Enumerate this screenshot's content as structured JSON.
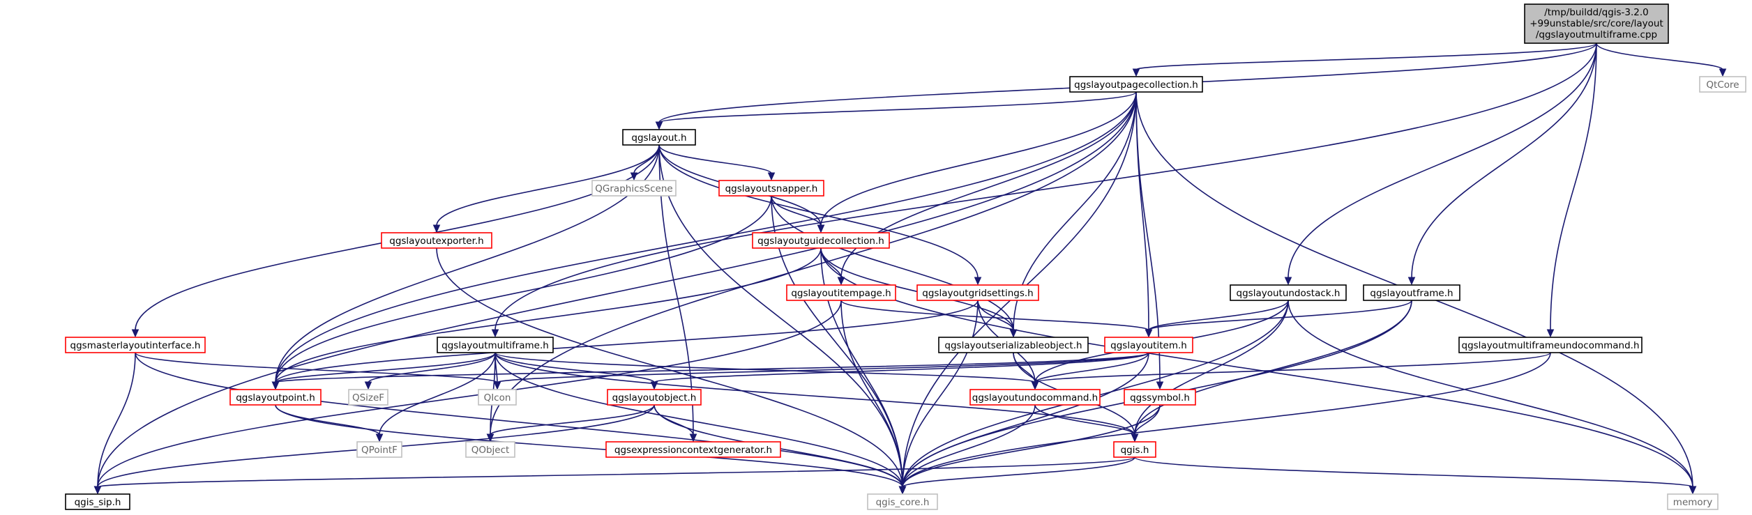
{
  "colors": {
    "edge": "#191970",
    "root_fill": "#bfbfbf",
    "documented_border": "#000000",
    "undocumented_border": "#bfbfbf",
    "incomplete_border": "#ff0000",
    "undocumented_text": "#666666"
  },
  "graph": {
    "root": {
      "lines": [
        "/tmp/buildd/qgis-3.2.0",
        "+99unstable/src/core/layout",
        "/qgslayoutmultiframe.cpp"
      ]
    },
    "nodes": [
      {
        "id": "pagecollection",
        "label": "qgslayoutpagecollection.h",
        "style": "documented"
      },
      {
        "id": "qtcore",
        "label": "QtCore",
        "style": "undocumented"
      },
      {
        "id": "layout",
        "label": "qgslayout.h",
        "style": "documented"
      },
      {
        "id": "qgraphicsscene",
        "label": "QGraphicsScene",
        "style": "undocumented"
      },
      {
        "id": "snapper",
        "label": "qgslayoutsnapper.h",
        "style": "incomplete"
      },
      {
        "id": "exporter",
        "label": "qgslayoutexporter.h",
        "style": "incomplete"
      },
      {
        "id": "guidecollection",
        "label": "qgslayoutguidecollection.h",
        "style": "incomplete"
      },
      {
        "id": "itempage",
        "label": "qgslayoutitempage.h",
        "style": "incomplete"
      },
      {
        "id": "gridsettings",
        "label": "qgslayoutgridsettings.h",
        "style": "incomplete"
      },
      {
        "id": "undostack",
        "label": "qgslayoutundostack.h",
        "style": "documented"
      },
      {
        "id": "frame",
        "label": "qgslayoutframe.h",
        "style": "documented"
      },
      {
        "id": "masterinterface",
        "label": "qgsmasterlayoutinterface.h",
        "style": "incomplete"
      },
      {
        "id": "multiframe",
        "label": "qgslayoutmultiframe.h",
        "style": "documented"
      },
      {
        "id": "serializable",
        "label": "qgslayoutserializableobject.h",
        "style": "documented"
      },
      {
        "id": "item",
        "label": "qgslayoutitem.h",
        "style": "incomplete"
      },
      {
        "id": "multiframeundo",
        "label": "qgslayoutmultiframeundocommand.h",
        "style": "documented"
      },
      {
        "id": "point",
        "label": "qgslayoutpoint.h",
        "style": "incomplete"
      },
      {
        "id": "qsizef",
        "label": "QSizeF",
        "style": "undocumented"
      },
      {
        "id": "qicon",
        "label": "QIcon",
        "style": "undocumented"
      },
      {
        "id": "object",
        "label": "qgslayoutobject.h",
        "style": "incomplete"
      },
      {
        "id": "undocommand",
        "label": "qgslayoutundocommand.h",
        "style": "incomplete"
      },
      {
        "id": "symbol",
        "label": "qgssymbol.h",
        "style": "incomplete"
      },
      {
        "id": "qpointf",
        "label": "QPointF",
        "style": "undocumented"
      },
      {
        "id": "qobject",
        "label": "QObject",
        "style": "undocumented"
      },
      {
        "id": "exprgen",
        "label": "qgsexpressioncontextgenerator.h",
        "style": "incomplete"
      },
      {
        "id": "qgis",
        "label": "qgis.h",
        "style": "incomplete"
      },
      {
        "id": "sip",
        "label": "qgis_sip.h",
        "style": "documented"
      },
      {
        "id": "core",
        "label": "qgis_core.h",
        "style": "undocumented"
      },
      {
        "id": "memory",
        "label": "memory",
        "style": "undocumented"
      }
    ],
    "edges": [
      [
        "root",
        "pagecollection"
      ],
      [
        "root",
        "qtcore"
      ],
      [
        "root",
        "layout"
      ],
      [
        "root",
        "multiframe"
      ],
      [
        "root",
        "undostack"
      ],
      [
        "root",
        "frame"
      ],
      [
        "root",
        "multiframeundo"
      ],
      [
        "pagecollection",
        "layout"
      ],
      [
        "pagecollection",
        "sip"
      ],
      [
        "pagecollection",
        "point"
      ],
      [
        "pagecollection",
        "guidecollection"
      ],
      [
        "pagecollection",
        "itempage"
      ],
      [
        "pagecollection",
        "serializable"
      ],
      [
        "pagecollection",
        "item"
      ],
      [
        "pagecollection",
        "symbol"
      ],
      [
        "pagecollection",
        "core"
      ],
      [
        "pagecollection",
        "memory"
      ],
      [
        "pagecollection",
        "qobject"
      ],
      [
        "layout",
        "qgraphicsscene"
      ],
      [
        "layout",
        "snapper"
      ],
      [
        "layout",
        "exporter"
      ],
      [
        "layout",
        "guidecollection"
      ],
      [
        "layout",
        "gridsettings"
      ],
      [
        "layout",
        "masterinterface"
      ],
      [
        "layout",
        "point"
      ],
      [
        "layout",
        "core"
      ],
      [
        "layout",
        "exprgen"
      ],
      [
        "snapper",
        "guidecollection"
      ],
      [
        "snapper",
        "point"
      ],
      [
        "snapper",
        "serializable"
      ],
      [
        "snapper",
        "core"
      ],
      [
        "exporter",
        "core"
      ],
      [
        "guidecollection",
        "itempage"
      ],
      [
        "guidecollection",
        "point"
      ],
      [
        "guidecollection",
        "serializable"
      ],
      [
        "guidecollection",
        "core"
      ],
      [
        "guidecollection",
        "memory"
      ],
      [
        "itempage",
        "item"
      ],
      [
        "itempage",
        "sip"
      ],
      [
        "itempage",
        "core"
      ],
      [
        "gridsettings",
        "serializable"
      ],
      [
        "gridsettings",
        "point"
      ],
      [
        "gridsettings",
        "undocommand"
      ],
      [
        "gridsettings",
        "core"
      ],
      [
        "undostack",
        "item"
      ],
      [
        "undostack",
        "undocommand"
      ],
      [
        "undostack",
        "qgis"
      ],
      [
        "undostack",
        "core"
      ],
      [
        "undostack",
        "memory"
      ],
      [
        "frame",
        "item"
      ],
      [
        "frame",
        "qgis"
      ],
      [
        "frame",
        "core"
      ],
      [
        "masterinterface",
        "sip"
      ],
      [
        "masterinterface",
        "qicon"
      ],
      [
        "masterinterface",
        "core"
      ],
      [
        "multiframe",
        "point"
      ],
      [
        "multiframe",
        "qsizef"
      ],
      [
        "multiframe",
        "qicon"
      ],
      [
        "multiframe",
        "object"
      ],
      [
        "multiframe",
        "undocommand"
      ],
      [
        "multiframe",
        "qgis"
      ],
      [
        "multiframe",
        "qpointf"
      ],
      [
        "multiframe",
        "qobject"
      ],
      [
        "multiframe",
        "core"
      ],
      [
        "serializable",
        "undocommand"
      ],
      [
        "serializable",
        "qgis"
      ],
      [
        "item",
        "point"
      ],
      [
        "item",
        "qicon"
      ],
      [
        "item",
        "object"
      ],
      [
        "item",
        "undocommand"
      ],
      [
        "item",
        "core"
      ],
      [
        "multiframeundo",
        "undocommand"
      ],
      [
        "multiframeundo",
        "core"
      ],
      [
        "point",
        "qpointf"
      ],
      [
        "point",
        "core"
      ],
      [
        "object",
        "qobject"
      ],
      [
        "object",
        "exprgen"
      ],
      [
        "object",
        "sip"
      ],
      [
        "object",
        "core"
      ],
      [
        "undocommand",
        "qgis"
      ],
      [
        "undocommand",
        "core"
      ],
      [
        "symbol",
        "qgis"
      ],
      [
        "symbol",
        "core"
      ],
      [
        "qgis",
        "sip"
      ],
      [
        "qgis",
        "core"
      ],
      [
        "qgis",
        "memory"
      ]
    ]
  }
}
